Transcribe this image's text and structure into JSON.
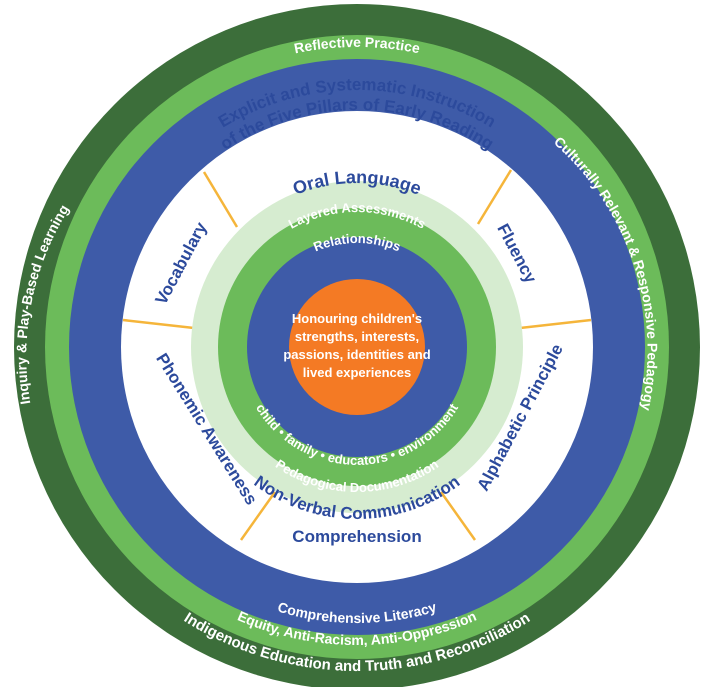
{
  "colors": {
    "outer_dark_green": "#3c6e3a",
    "light_green": "#6cbb5a",
    "blue": "#3e5ba8",
    "white": "#ffffff",
    "pale_green": "#d6ecd0",
    "mid_green": "#6cbb5a",
    "orange": "#f47a24",
    "divider": "#f5b53a",
    "dark_text_blue": "#2c4a9c"
  },
  "rings": {
    "outer": {
      "bottom": "Indigenous Education and Truth and Reconciliation"
    },
    "light_green": {
      "top": "Reflective Practice",
      "bottom": "Equity, Anti-Racism, Anti-Oppression"
    },
    "blue": {
      "left": "Inquiry & Play-Based Learning",
      "right": "Culturally Relevant & Responsive Pedagogy",
      "bottom": "Comprehensive Literacy"
    },
    "pillars": {
      "heading_line1": "Explicit and Systematic Instruction",
      "heading_line2": "of the Five Pillars of Early Reading",
      "segments": [
        "Vocabulary",
        "Fluency",
        "Phonemic Awareness",
        "Alphabetic Principle",
        "Comprehension"
      ]
    },
    "pale_green": {
      "top": "Oral Language",
      "bottom": "Non-Verbal Communication"
    },
    "green": {
      "top": "Layered Assessments",
      "bottom": "Pedagogical Documentation"
    },
    "inner_blue": {
      "top": "Relationships",
      "bottom": "child • family • educators • environment"
    }
  },
  "core": {
    "lines": [
      "Honouring children's",
      "strengths, interests,",
      "passions, identities and",
      "lived experiences"
    ]
  }
}
